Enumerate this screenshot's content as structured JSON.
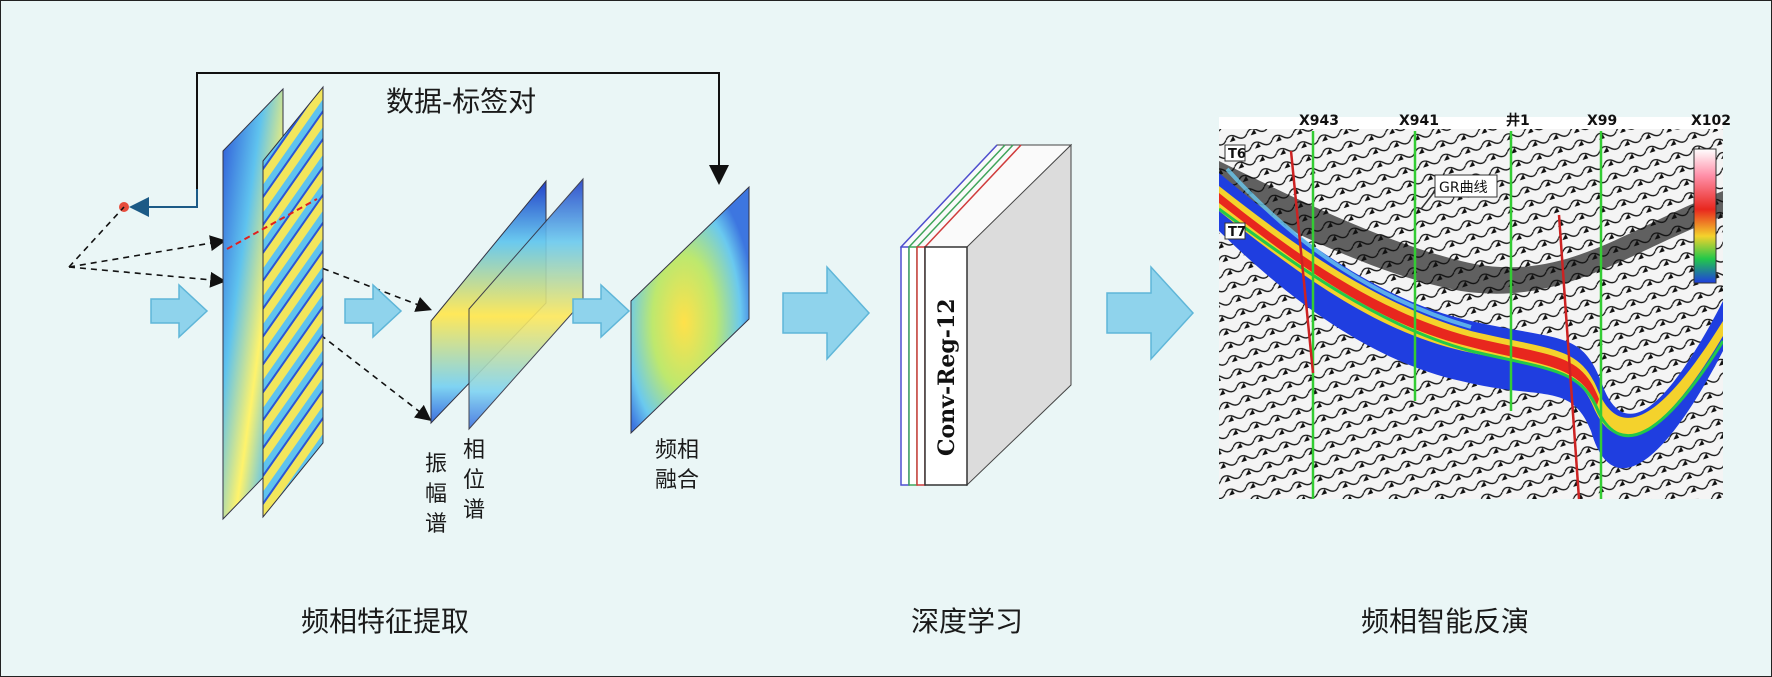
{
  "top_label": "数据-标签对",
  "stage_titles": {
    "extraction": "频相特征提取",
    "learning": "深度学习",
    "inversion": "频相智能反演"
  },
  "spectra_labels": {
    "amplitude": [
      "振",
      "幅",
      "谱"
    ],
    "phase": [
      "相",
      "位",
      "谱"
    ],
    "fusion": [
      "频相",
      "融合"
    ]
  },
  "model_name": "Conv-Reg-12",
  "seismic": {
    "wells": [
      "X943",
      "X941",
      "井1",
      "X99",
      "X102"
    ],
    "horizons": [
      "T6",
      "T7"
    ],
    "curve_label": "GR曲线"
  },
  "colors": {
    "background": "#eaf6f6",
    "arrow_fill": "#8fd3ec",
    "arrow_stroke": "#5fb6d8",
    "model_edges": [
      "#4f4fd0",
      "#3fa55a",
      "#d03c3c"
    ],
    "well_line": "#33cc33",
    "fault_line": "#cc2222"
  }
}
